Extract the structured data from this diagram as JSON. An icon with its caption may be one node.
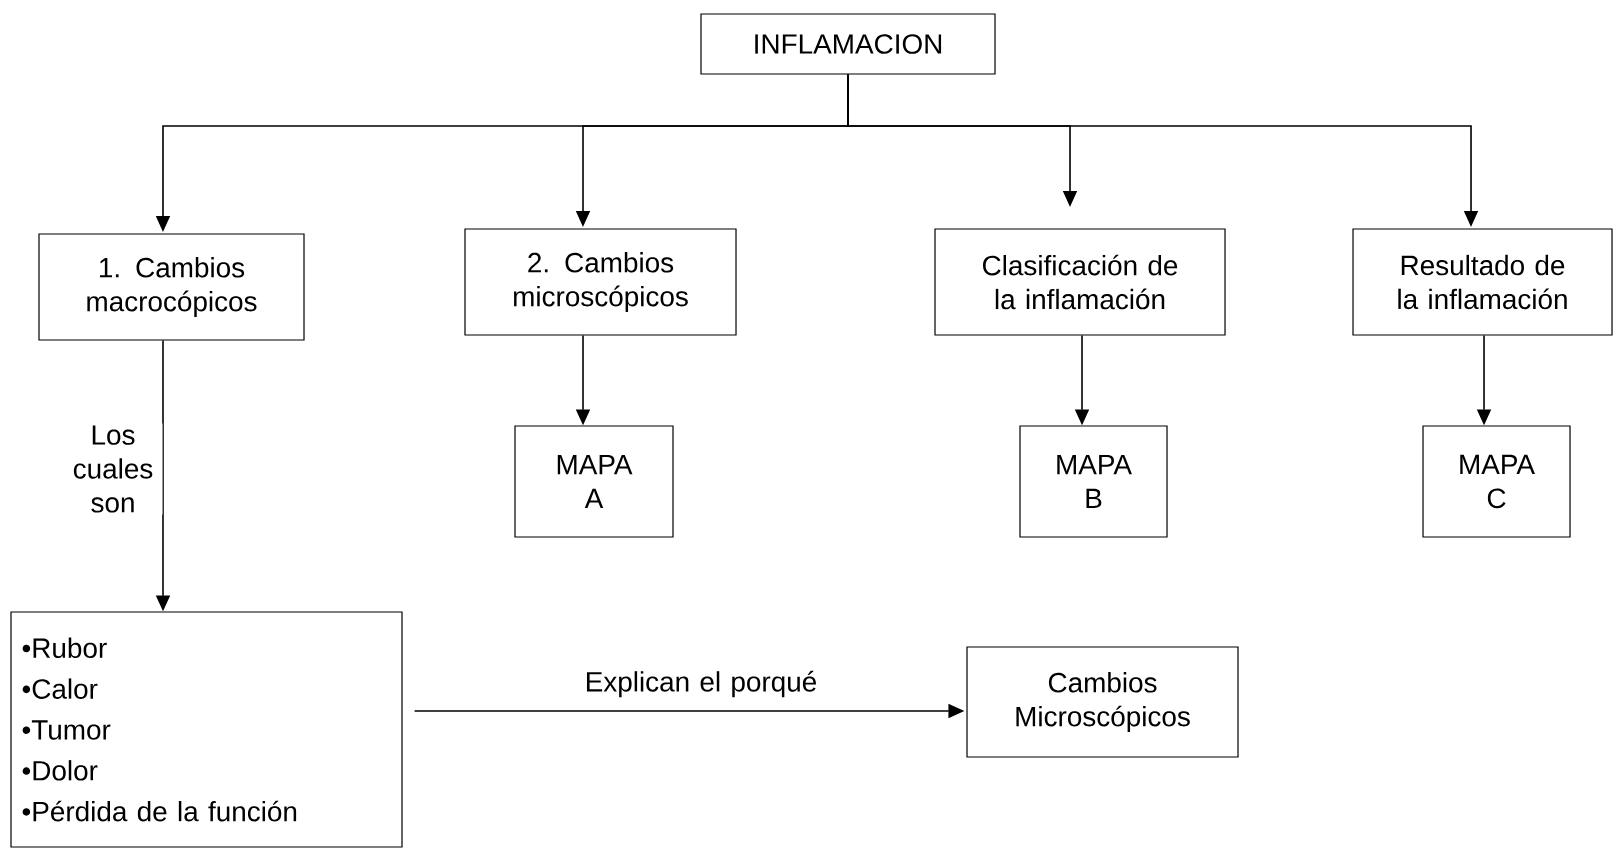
{
  "diagram": {
    "nodes": [
      {
        "text": [
          "INFLAMACION"
        ]
      },
      {
        "text": [
          "1. Cambios macrocópicos"
        ]
      },
      {
        "text": [
          "2. Cambios microscópicos"
        ]
      },
      {
        "text": [
          "Clasificación de la inflamación"
        ]
      },
      {
        "text": [
          "Resultado de la inflamación"
        ]
      },
      {
        "text": [
          "MAPA A"
        ]
      },
      {
        "text": [
          "MAPA B"
        ]
      },
      {
        "text": [
          "MAPA C"
        ]
      },
      {
        "text": [
          "•Rubor",
          "•Calor",
          "•Tumor",
          "•Dolor",
          "•Pérdida de la función"
        ]
      },
      {
        "text": [
          "Cambios Microscópicos"
        ]
      }
    ],
    "edges": [
      {
        "from": 0,
        "to": 1,
        "arrow": "to"
      },
      {
        "from": 0,
        "to": 2,
        "arrow": "to"
      },
      {
        "from": 0,
        "to": 3,
        "arrow": "to"
      },
      {
        "from": 0,
        "to": 4,
        "arrow": "to"
      },
      {
        "from": 1,
        "to": 8,
        "arrow": "to",
        "label": "Los cuales son"
      },
      {
        "from": 2,
        "to": 5,
        "arrow": "to"
      },
      {
        "from": 3,
        "to": 6,
        "arrow": "to"
      },
      {
        "from": 4,
        "to": 7,
        "arrow": "to"
      },
      {
        "from": 8,
        "to": 9,
        "arrow": "to",
        "label": "Explican el porqué"
      }
    ]
  }
}
